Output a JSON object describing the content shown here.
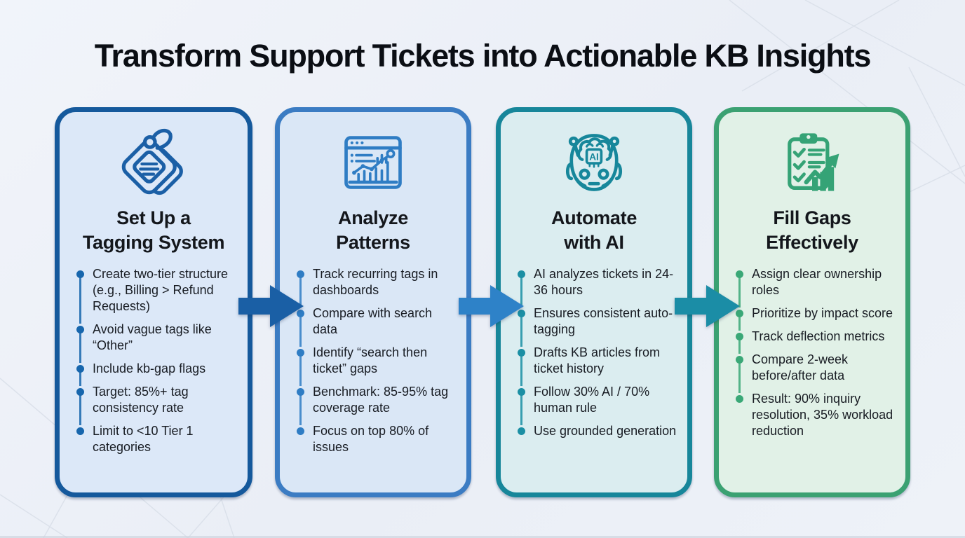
{
  "title": "Transform Support Tickets into Actionable KB Insights",
  "cards": [
    {
      "id": "tagging-system",
      "icon": "tag-icon",
      "title_lines": [
        "Set Up a",
        "Tagging System"
      ],
      "colors": {
        "border": "#15599C",
        "background": "#DCE8F8",
        "bullet": "#1766AD",
        "icon": "#1B5FA6"
      },
      "bullets": [
        "Create two-tier structure (e.g., Billing > Refund Requests)",
        "Avoid vague tags like “Other”",
        "Include kb-gap flags",
        "Target: 85%+ tag consistency rate",
        "Limit to <10 Tier 1 categories"
      ]
    },
    {
      "id": "analyze-patterns",
      "icon": "dashboard-chart-icon",
      "title_lines": [
        "Analyze",
        "Patterns"
      ],
      "colors": {
        "border": "#3B7CC3",
        "background": "#DAE7F6",
        "bullet": "#2F7DC4",
        "icon": "#2F7DC4"
      },
      "bullets": [
        "Track recurring tags in dashboards",
        "Compare with search data",
        "Identify “search then ticket” gaps",
        "Benchmark: 85-95% tag coverage rate",
        "Focus on top 80% of issues"
      ]
    },
    {
      "id": "automate-with-ai",
      "icon": "ai-robot-icon",
      "title_lines": [
        "Automate",
        "with AI"
      ],
      "colors": {
        "border": "#17869A",
        "background": "#DBEDF0",
        "bullet": "#1B8FA4",
        "icon": "#17879B"
      },
      "bullets": [
        "AI analyzes tickets in 24-36 hours",
        "Ensures consistent auto-tagging",
        "Drafts KB articles from ticket history",
        "Follow 30% AI / 70% human rule",
        "Use grounded generation"
      ]
    },
    {
      "id": "fill-gaps",
      "icon": "clipboard-growth-icon",
      "title_lines": [
        "Fill Gaps",
        "Effectively"
      ],
      "colors": {
        "border": "#3BA172",
        "background": "#E1F1E7",
        "bullet": "#3AA877",
        "icon": "#35A376"
      },
      "bullets": [
        "Assign clear ownership roles",
        "Prioritize by impact score",
        "Track deflection metrics",
        "Compare 2-week before/after data",
        "Result: 90% inquiry resolution, 35% workload reduction"
      ]
    }
  ],
  "arrows": [
    {
      "color": "#1A5FA5"
    },
    {
      "color": "#2E82C8"
    },
    {
      "color": "#1B8DA6"
    }
  ]
}
